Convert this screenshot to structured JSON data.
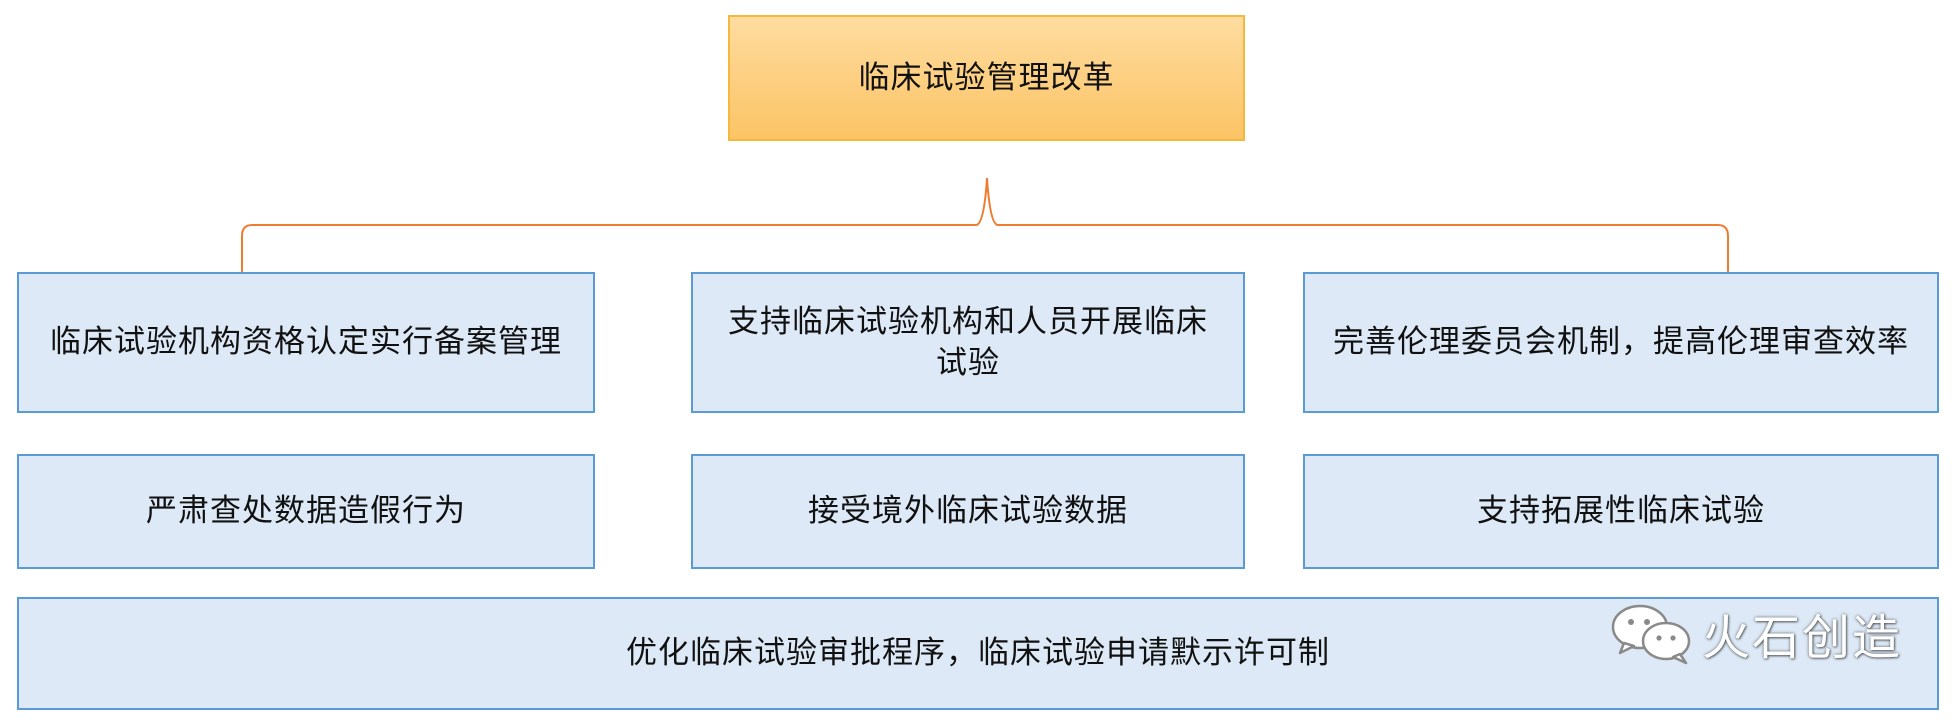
{
  "root": {
    "label": "临床试验管理改革"
  },
  "row1": [
    {
      "label": "临床试验机构资格认定实行备案管理"
    },
    {
      "label": "支持临床试验机构和人员开展临床试验"
    },
    {
      "label": "完善伦理委员会机制，提高伦理审查效率"
    }
  ],
  "row2": [
    {
      "label": "严肃查处数据造假行为"
    },
    {
      "label": "接受境外临床试验数据"
    },
    {
      "label": "支持拓展性临床试验"
    }
  ],
  "bottom": {
    "label": "优化临床试验审批程序，临床试验申请默示许可制"
  },
  "watermark": {
    "text": "火石创造",
    "icon": "wechat-icon"
  },
  "colors": {
    "root_fill": "#fdd28a",
    "root_border": "#f5b83c",
    "child_fill": "#dde9f6",
    "child_border": "#5b9bd5",
    "connector": "#ed7d31"
  }
}
